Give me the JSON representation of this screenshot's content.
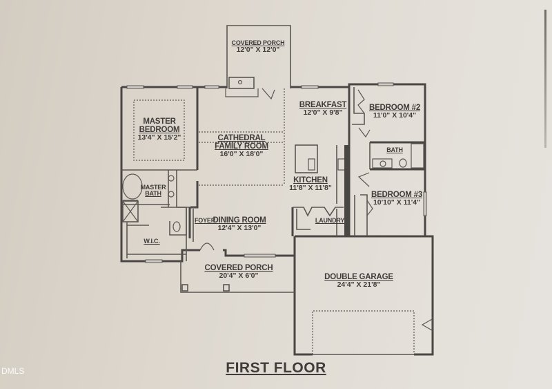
{
  "plan": {
    "title": "FIRST FLOOR",
    "watermark": "DMLS",
    "rooms": {
      "covered_porch_rear": {
        "name": "COVERED PORCH",
        "dim": "12'0\" X 12'0\""
      },
      "master_bedroom": {
        "name_line1": "MASTER",
        "name_line2": "BEDROOM",
        "dim": "13'4\" X 15'2\""
      },
      "family_room": {
        "name_line1": "CATHEDRAL",
        "name_line2": "FAMILY ROOM",
        "dim": "16'0\" X 18'0\""
      },
      "breakfast": {
        "name": "BREAKFAST",
        "dim": "12'0\" X 9'8\""
      },
      "bedroom_2": {
        "name": "BEDROOM #2",
        "dim": "11'0\" X 10'4\""
      },
      "bath": {
        "name": "BATH"
      },
      "kitchen": {
        "name": "KITCHEN",
        "dim": "11'8\" X 11'8\""
      },
      "bedroom_3": {
        "name": "BEDROOM #3",
        "dim": "10'10\" X 11'4\""
      },
      "master_bath": {
        "name_line1": "MASTER",
        "name_line2": "BATH"
      },
      "foyer": {
        "name": "FOYER"
      },
      "dining_room": {
        "name": "DINING ROOM",
        "dim": "12'4\" X 13'0\""
      },
      "laundry": {
        "name": "LAUNDRY"
      },
      "wic": {
        "name": "W.I.C."
      },
      "covered_porch_front": {
        "name": "COVERED PORCH",
        "dim": "20'4\" X 6'0\""
      },
      "double_garage": {
        "name": "DOUBLE GARAGE",
        "dim": "24'4\" X 21'8\""
      }
    },
    "colors": {
      "paper": "#dcd6cd",
      "ink": "#4a4644"
    }
  }
}
